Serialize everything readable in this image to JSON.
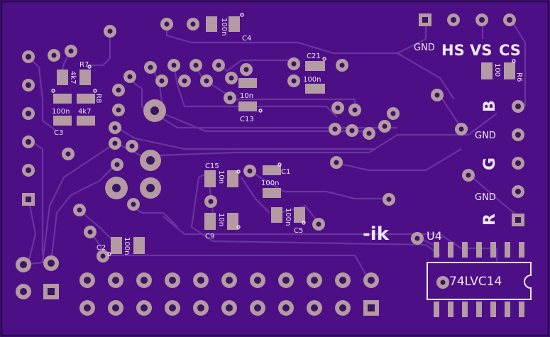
{
  "board": {
    "colors": {
      "substrate": "#4d0f86",
      "trace": "#6a34a0",
      "pad": "#b39aa3",
      "hole": "#3a1560",
      "silk": "#ece6f4",
      "edge": "#2a0b52"
    }
  },
  "silk": {
    "c4": "C4",
    "c4_val": "100n",
    "c21": "C21",
    "c21_val": "100n",
    "r7": "R7",
    "r7_val": "4k7",
    "r8": "R8",
    "r8_val": "4k7",
    "c3": "C3",
    "c3_val": "100n",
    "c13": "C13",
    "c13_val": "10n",
    "c15": "C15",
    "c15_val": "10n",
    "c1": "C1",
    "c1_val": "100n",
    "c9": "C9",
    "c9_val": "10n",
    "c5": "C5",
    "c5_val": "100n",
    "c2": "C2",
    "c2_val": "100n",
    "r6": "R6",
    "r6_val": "100",
    "u4": "U4",
    "ic_text": "74LVC14",
    "logo": "-ik",
    "gnd_top": "GND",
    "hs": "HS",
    "vs": "VS",
    "cs": "CS",
    "b": "B",
    "gnd_1": "GND",
    "g": "G",
    "gnd_2": "GND",
    "r": "R"
  }
}
